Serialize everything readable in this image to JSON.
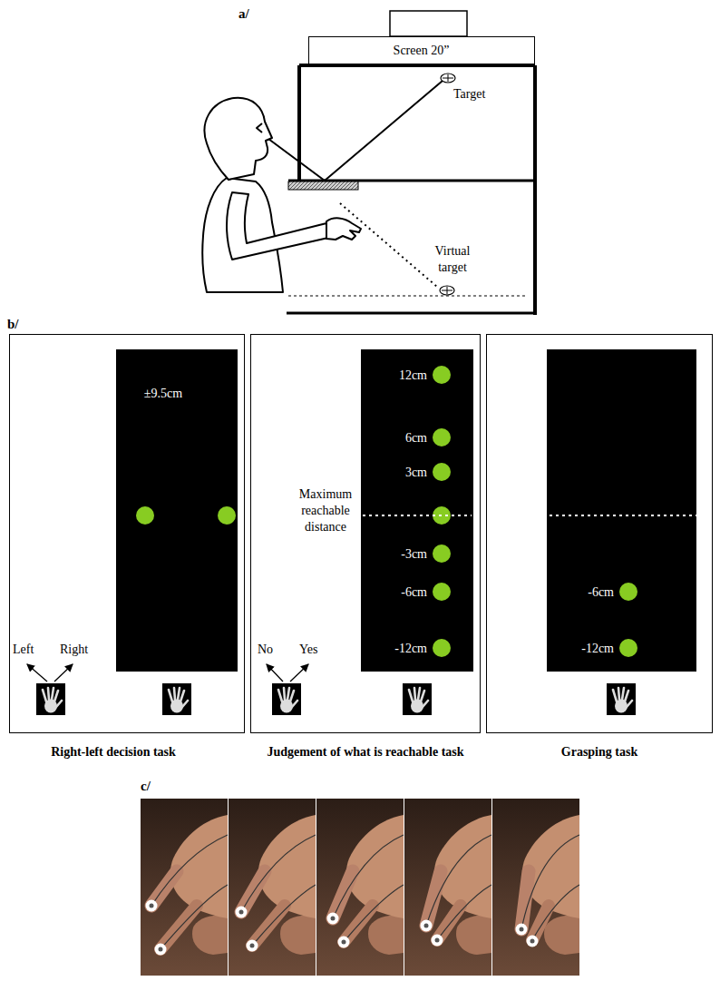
{
  "diagram": {
    "nodes": [
      {
        "text": [
          "Screen 20”"
        ]
      },
      {
        "text": [
          "Right-left decision task"
        ]
      },
      {
        "text": [
          "±9.5cm"
        ],
        "in": 1
      },
      {
        "text": [
          "Judgement of what is reachable task"
        ]
      },
      {
        "text": [
          "12cm",
          "6cm",
          "3cm",
          "-3cm",
          "-6cm",
          "-12cm"
        ],
        "in": 3
      },
      {
        "text": [
          "Grasping task"
        ]
      },
      {
        "text": [
          "-6cm",
          "-12cm"
        ],
        "in": 5
      }
    ],
    "labels": [
      "a/",
      "Target",
      "Virtual target",
      "b/",
      "Left",
      "Right",
      "Maximum reachable distance",
      "No",
      "Yes",
      "c/"
    ]
  }
}
